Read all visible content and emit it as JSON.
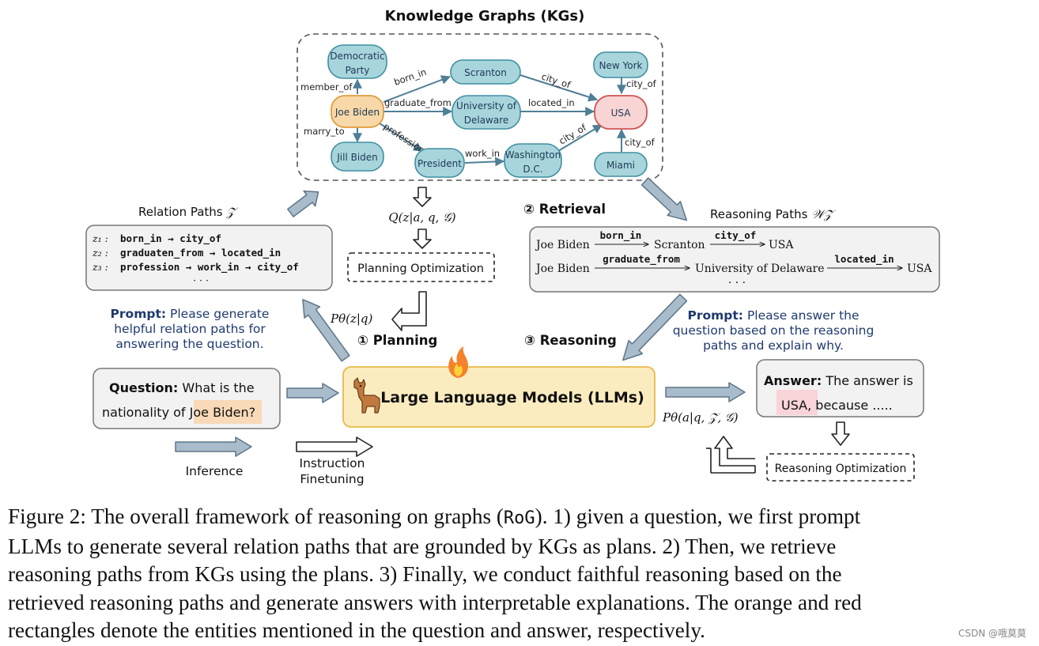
{
  "kg": {
    "title": "Knowledge Graphs (KGs)",
    "nodes": {
      "democratic_party": [
        "Democratic",
        "Party"
      ],
      "scranton": "Scranton",
      "new_york": "New York",
      "joe_biden": "Joe Biden",
      "university": [
        "University of",
        "Delaware"
      ],
      "usa": "USA",
      "jill_biden": "Jill Biden",
      "president": "President",
      "washington": [
        "Washington",
        "D.C."
      ],
      "miami": "Miami"
    },
    "edges": {
      "member_of": "member_of",
      "born_in": "born_in",
      "city_of_scranton": "city_of",
      "city_of_new_york": "city_of",
      "graduate_from": "graduate_from",
      "located_in": "located_in",
      "marry_to": "marry_to",
      "profession": "profession",
      "work_in": "work_in",
      "city_of_washington": "city_of",
      "city_of_miami": "city_of"
    }
  },
  "relation_paths": {
    "title": "Relation Paths",
    "title_symbol": "𝒵",
    "paths": [
      {
        "label": "z₁ :",
        "text": "born_in → city_of"
      },
      {
        "label": "z₂ :",
        "text": "graduaten_from → located_in"
      },
      {
        "label": "z₃ :",
        "text": "profession → work_in → city_of"
      }
    ],
    "ellipsis": "· · ·"
  },
  "q_formula": "Q(z|a, q, 𝒢)",
  "planning_optimization": "Planning Optimization",
  "p_planning": "Pθ(z|q)",
  "planning_label": "① Planning",
  "retrieval_label": "② Retrieval",
  "reasoning_label": "③ Reasoning",
  "reasoning_paths": {
    "title": "Reasoning Paths",
    "title_symbol": "𝒲𝒵",
    "rows": [
      {
        "start": "Joe Biden",
        "rel1": "born_in",
        "mid": "Scranton",
        "rel2": "city_of",
        "end": "USA"
      },
      {
        "start": "Joe Biden",
        "rel1": "graduate_from",
        "mid": "University of Delaware",
        "rel2": "located_in",
        "end": "USA"
      }
    ],
    "ellipsis": "· · ·"
  },
  "prompt_planning": {
    "label": "Prompt:",
    "lines": [
      "Please generate",
      "helpful relation paths for",
      "answering the question."
    ]
  },
  "prompt_reasoning": {
    "label": "Prompt:",
    "lines": [
      "Please answer the",
      "question based on the reasoning",
      "paths and explain why."
    ]
  },
  "question": {
    "label": "Question:",
    "text1": "What is the",
    "text2": "nationality of",
    "entity": "Joe Biden",
    "end": "?"
  },
  "llm": {
    "label": "Large Language Models (LLMs)",
    "icon": "llama-icon",
    "fire_icon": "fire-icon"
  },
  "p_reasoning": "Pθ(a|q, 𝒵, 𝒢)",
  "answer": {
    "label": "Answer:",
    "text1": "The answer is",
    "entity": "USA",
    "text2": ", because ....."
  },
  "reasoning_optimization": "Reasoning Optimization",
  "legend": {
    "inference": "Inference",
    "instruction": [
      "Instruction",
      "Finetuning"
    ]
  },
  "colors": {
    "kg_node_fill": "#a8d5dc",
    "kg_node_stroke": "#3f8fa1",
    "joe_fill": "#f8d8a8",
    "joe_stroke": "#e09a3c",
    "usa_fill": "#f9d4d4",
    "usa_stroke": "#cc5555",
    "arrow_fill": "#a9bccb",
    "arrow_stroke": "#5e7587",
    "llm_fill": "#fbecc0",
    "llm_stroke": "#e7b94a",
    "prompt_text": "#1f3a6e",
    "question_highlight": "#f8d9b8",
    "answer_highlight": "#f9d4d8"
  },
  "caption": [
    "Figure 2: The overall framework of reasoning on graphs (",
    "RoG",
    "). 1) given a question, we first prompt",
    "LLMs to generate several relation paths that are grounded by KGs as plans.  2) Then, we retrieve",
    "reasoning paths from KGs using the plans.  3) Finally, we conduct faithful reasoning based on the",
    "retrieved reasoning paths and generate answers with interpretable explanations. The orange and red",
    "rectangles denote the entities mentioned in the question and answer, respectively."
  ],
  "watermark": "CSDN @哦莫莫"
}
